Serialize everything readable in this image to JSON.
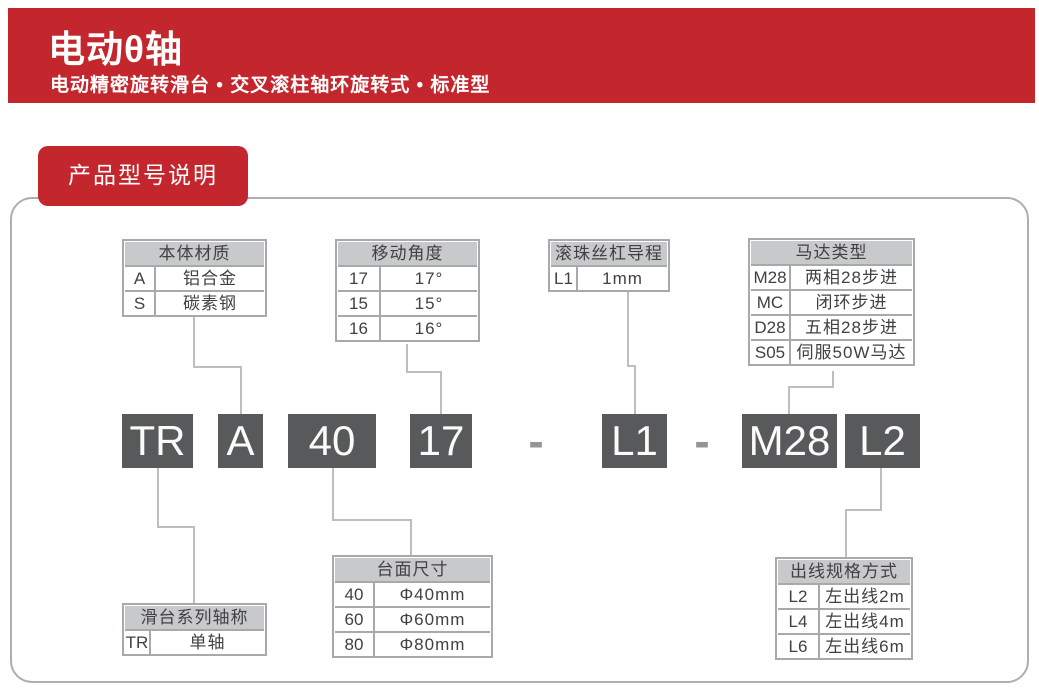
{
  "banner": {
    "title": "电动θ轴",
    "subtitle": "电动精密旋转滑台 • 交叉滚柱轴环旋转式 • 标准型"
  },
  "section_tab": {
    "label": "产品型号说明"
  },
  "model_code": {
    "segments": [
      "TR",
      "A",
      "40",
      "17",
      "-",
      "L1",
      "-",
      "M28",
      "L2"
    ]
  },
  "spec_tables": [
    {
      "title": "本体材质",
      "rows": [
        [
          "A",
          "铝合金"
        ],
        [
          "S",
          "碳素钢"
        ]
      ]
    },
    {
      "title": "移动角度",
      "rows": [
        [
          "17",
          "17°"
        ],
        [
          "15",
          "15°"
        ],
        [
          "16",
          "16°"
        ]
      ]
    },
    {
      "title": "滚珠丝杠导程",
      "rows": [
        [
          "L1",
          "1mm"
        ]
      ]
    },
    {
      "title": "马达类型",
      "rows": [
        [
          "M28",
          "两相28步进"
        ],
        [
          "MC",
          "闭环步进"
        ],
        [
          "D28",
          "五相28步进"
        ],
        [
          "S05",
          "伺服50W马达"
        ]
      ]
    },
    {
      "title": "台面尺寸",
      "rows": [
        [
          "40",
          "Φ40mm"
        ],
        [
          "60",
          "Φ60mm"
        ],
        [
          "80",
          "Φ80mm"
        ]
      ]
    },
    {
      "title": "滑台系列轴称",
      "rows": [
        [
          "TR",
          "单轴"
        ]
      ]
    },
    {
      "title": "出线规格方式",
      "rows": [
        [
          "L2",
          "左出线2m"
        ],
        [
          "L4",
          "左出线4m"
        ],
        [
          "L6",
          "左出线6m"
        ]
      ]
    }
  ],
  "colors": {
    "brand_red": "#C4262D",
    "code_block": "#58595B",
    "table_header": "#C8C9CB",
    "table_border": "#A7A9AC",
    "connector_line": "#BCBEC0"
  }
}
